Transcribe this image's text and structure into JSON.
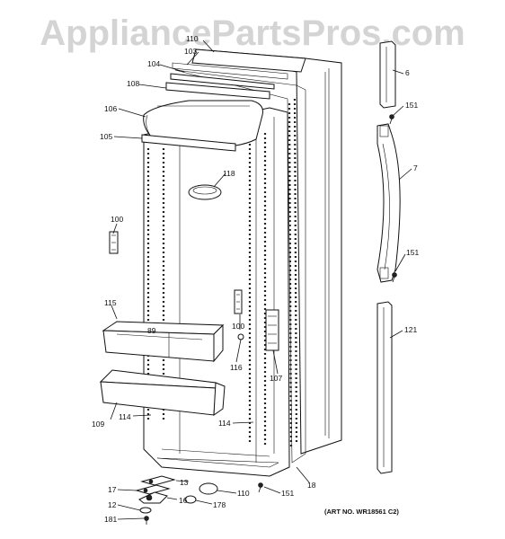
{
  "watermark": "AppliancePartsPros.com",
  "art_number": "(ART NO. WR18561 C2)",
  "callouts": {
    "c_110_top": "110",
    "c_103": "103",
    "c_104": "104",
    "c_108": "108",
    "c_106": "106",
    "c_105": "105",
    "c_118": "118",
    "c_100_left": "100",
    "c_115": "115",
    "c_89": "89",
    "c_100_mid": "100",
    "c_116": "116",
    "c_107": "107",
    "c_109": "109",
    "c_114_left": "114",
    "c_114_right": "114",
    "c_13": "13",
    "c_17": "17",
    "c_16": "16",
    "c_12": "12",
    "c_181": "181",
    "c_178": "178",
    "c_110_bottom": "110",
    "c_151_bottom": "151",
    "c_18": "18",
    "c_6": "6",
    "c_151_top": "151",
    "c_7": "7",
    "c_151_mid": "151",
    "c_121": "121"
  }
}
